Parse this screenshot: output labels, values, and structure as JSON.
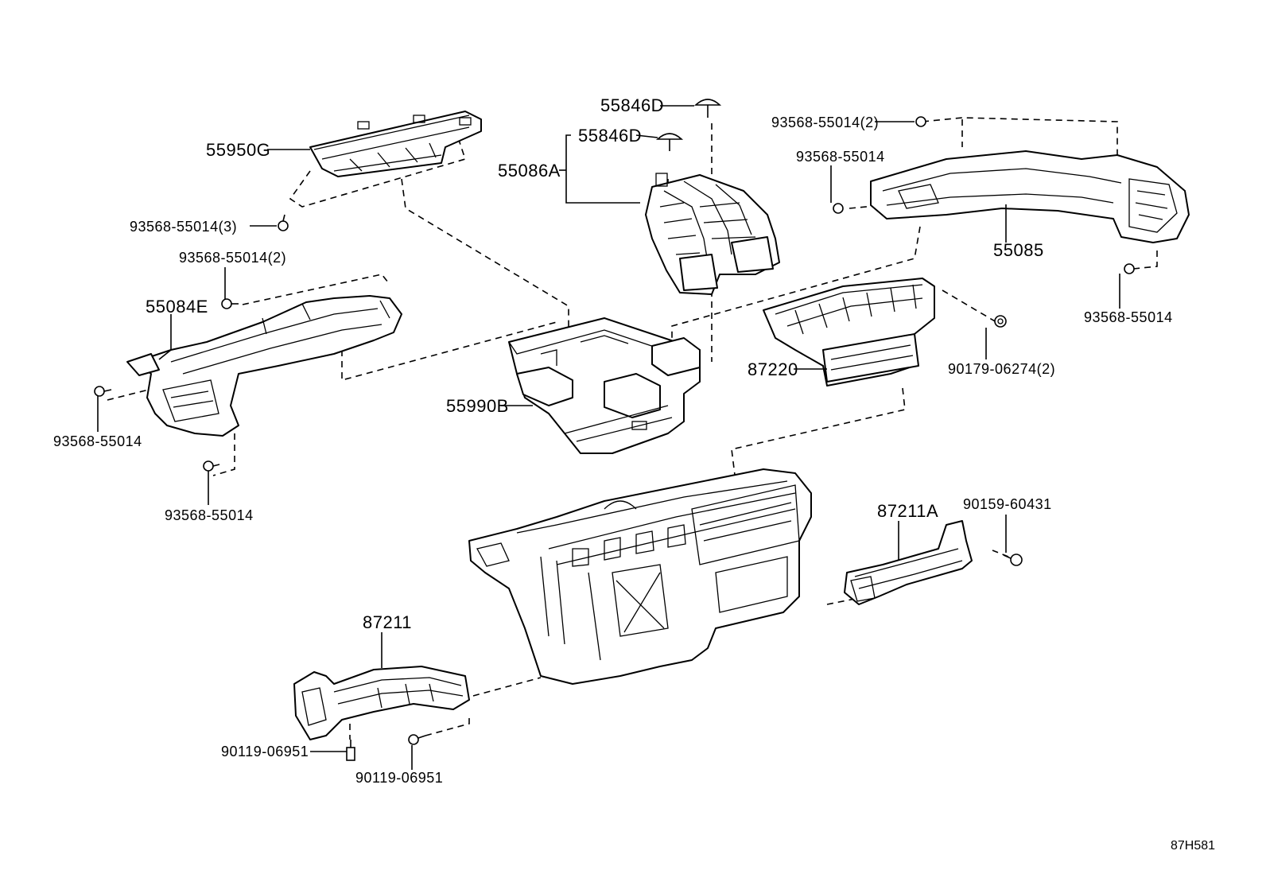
{
  "diagram": {
    "code": "87H581",
    "labels": {
      "p55950G": "55950G",
      "p93568_55014_3": "93568-55014(3)",
      "p93568_55014_2_left": "93568-55014(2)",
      "p55084E": "55084E",
      "p93568_55014_left_a": "93568-55014",
      "p93568_55014_left_b": "93568-55014",
      "p55846D_top": "55846D",
      "p55846D_mid": "55846D",
      "p55086A": "55086A",
      "p55990B": "55990B",
      "p93568_55014_2_right": "93568-55014(2)",
      "p93568_55014_right_a": "93568-55014",
      "p55085": "55085",
      "p93568_55014_right_b": "93568-55014",
      "p87220": "87220",
      "p90179_06274_2": "90179-06274(2)",
      "p87211A": "87211A",
      "p90159_60431": "90159-60431",
      "p87211": "87211",
      "p90119_06951_a": "90119-06951",
      "p90119_06951_b": "90119-06951"
    }
  }
}
